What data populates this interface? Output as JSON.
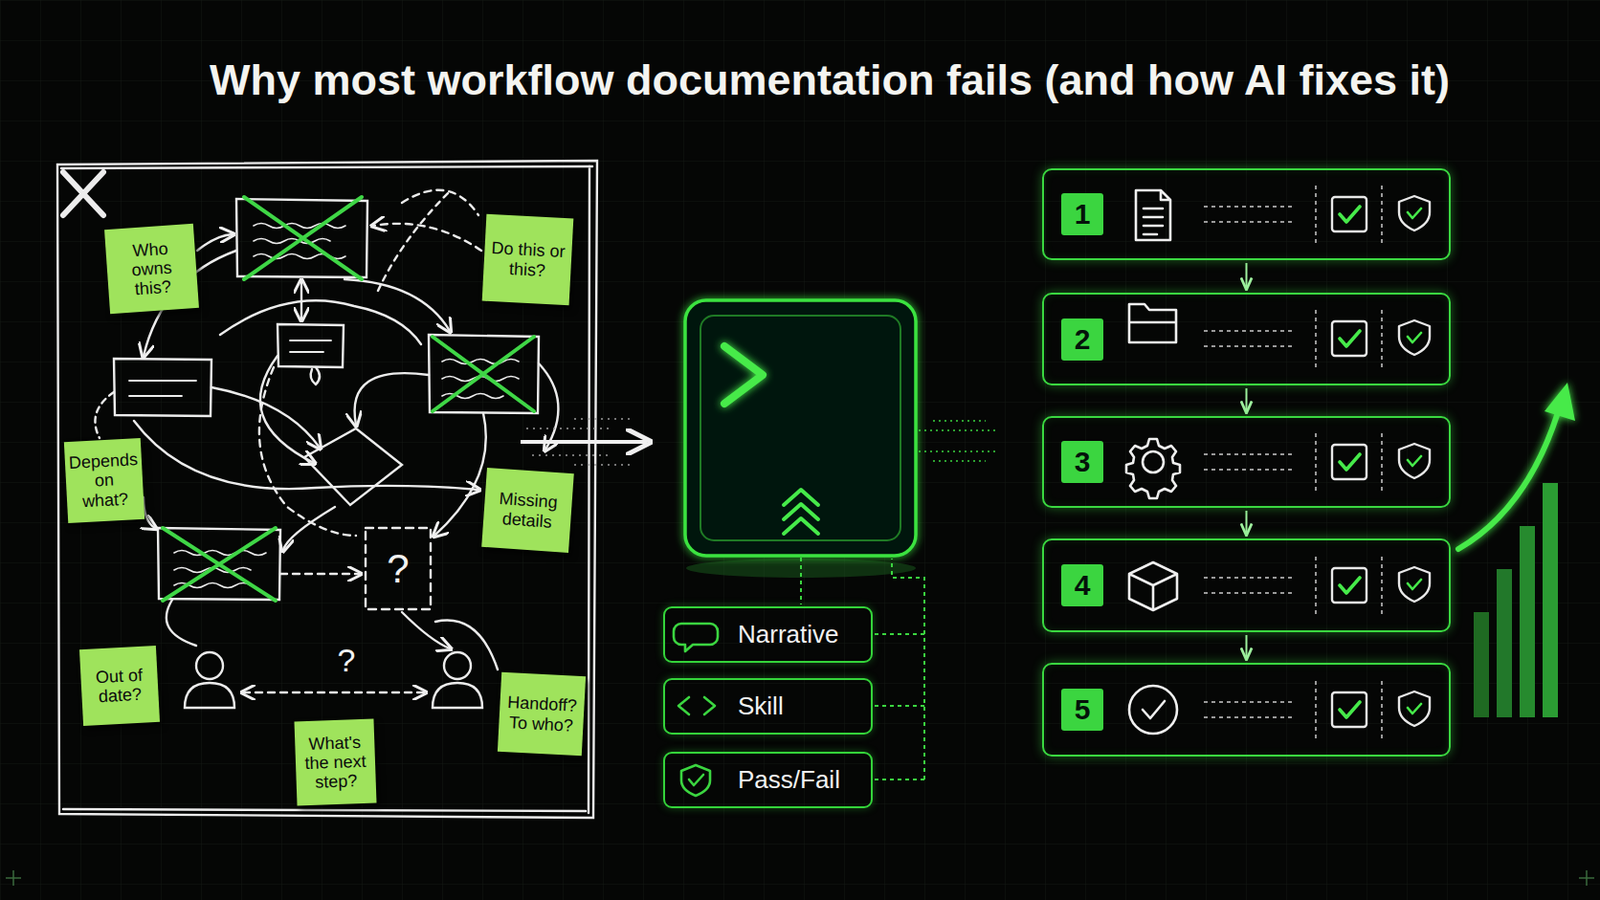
{
  "diagram": {
    "title": "Why most workflow documentation fails (and how AI fixes it)",
    "nodes": [
      {
        "text": [
          "Who owns this?"
        ]
      },
      {
        "text": [
          "Do this or this?"
        ]
      },
      {
        "text": [
          "Depends on what?"
        ]
      },
      {
        "text": [
          "Missing details"
        ]
      },
      {
        "text": [
          "Out of date?"
        ]
      },
      {
        "text": [
          "Handoff? To who?"
        ]
      },
      {
        "text": [
          "What's the next step?"
        ]
      },
      {
        "text": [
          "Narrative"
        ]
      },
      {
        "text": [
          "Skill"
        ]
      },
      {
        "text": [
          "Pass/Fail"
        ]
      },
      {
        "text": [
          "1"
        ]
      },
      {
        "text": [
          "2"
        ]
      },
      {
        "text": [
          "3"
        ]
      },
      {
        "text": [
          "4"
        ]
      },
      {
        "text": [
          "5"
        ]
      }
    ],
    "edges": [
      {
        "from": 10,
        "to": 11,
        "arrow": "to"
      },
      {
        "from": 11,
        "to": 12,
        "arrow": "to"
      },
      {
        "from": 12,
        "to": 13,
        "arrow": "to"
      },
      {
        "from": 13,
        "to": 14,
        "arrow": "to"
      }
    ],
    "labels": [
      "?",
      "?"
    ]
  }
}
